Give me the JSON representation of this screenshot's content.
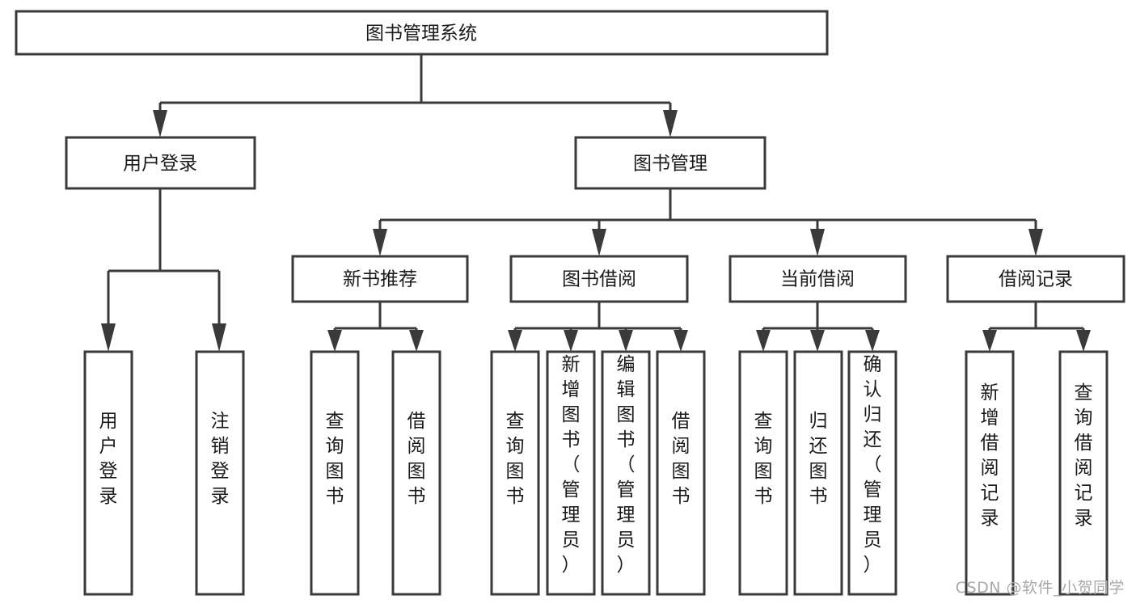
{
  "diagram": {
    "title": "图书管理系统",
    "watermark": "CSDN @软件_小贺同学",
    "nodes": {
      "root": "图书管理系统",
      "l1": {
        "user_login": "用户登录",
        "book_manage": "图书管理"
      },
      "l2": {
        "new_book_rec": "新书推荐",
        "book_borrow": "图书借阅",
        "current_borrow": "当前借阅",
        "borrow_record": "借阅记录"
      },
      "leaves": {
        "user_login_1": "用户登录",
        "user_login_2": "注销登录",
        "new_book_1": "查询图书",
        "new_book_2": "借阅图书",
        "borrow_1": "查询图书",
        "borrow_2": "新增图书（管理员）",
        "borrow_3": "编辑图书（管理员）",
        "borrow_4": "借阅图书",
        "current_1": "查询图书",
        "current_2": "归还图书",
        "current_3": "确认归还（管理员）",
        "record_1": "新增借阅记录",
        "record_2": "查询借阅记录"
      }
    },
    "colors": {
      "stroke": "#3a3a3a",
      "fill": "#ffffff",
      "text": "#1a1a1a",
      "watermark": "#a8a8a8"
    }
  }
}
